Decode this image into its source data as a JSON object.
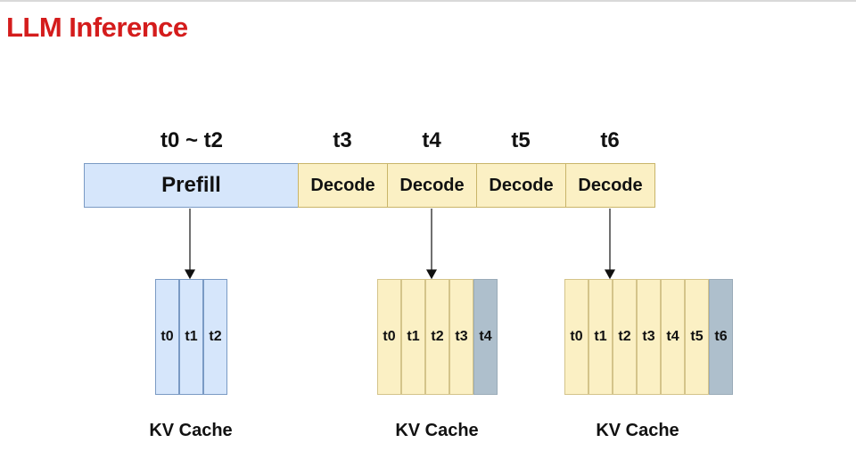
{
  "title": "LLM Inference",
  "time_labels": [
    "t0 ~ t2",
    "t3",
    "t4",
    "t5",
    "t6"
  ],
  "timeline": {
    "prefill_label": "Prefill",
    "decode_labels": [
      "Decode",
      "Decode",
      "Decode",
      "Decode"
    ]
  },
  "caches": [
    {
      "label": "KV Cache",
      "tokens": [
        "t0",
        "t1",
        "t2"
      ],
      "new_token": ""
    },
    {
      "label": "KV Cache",
      "tokens": [
        "t0",
        "t1",
        "t2",
        "t3"
      ],
      "new_token": "t4"
    },
    {
      "label": "KV Cache",
      "tokens": [
        "t0",
        "t1",
        "t2",
        "t3",
        "t4",
        "t5"
      ],
      "new_token": "t6"
    }
  ],
  "colors": {
    "title": "#d41c1c",
    "prefill": "#d6e6fb",
    "decode": "#fbf0c4",
    "new_token": "#aebfcc"
  }
}
